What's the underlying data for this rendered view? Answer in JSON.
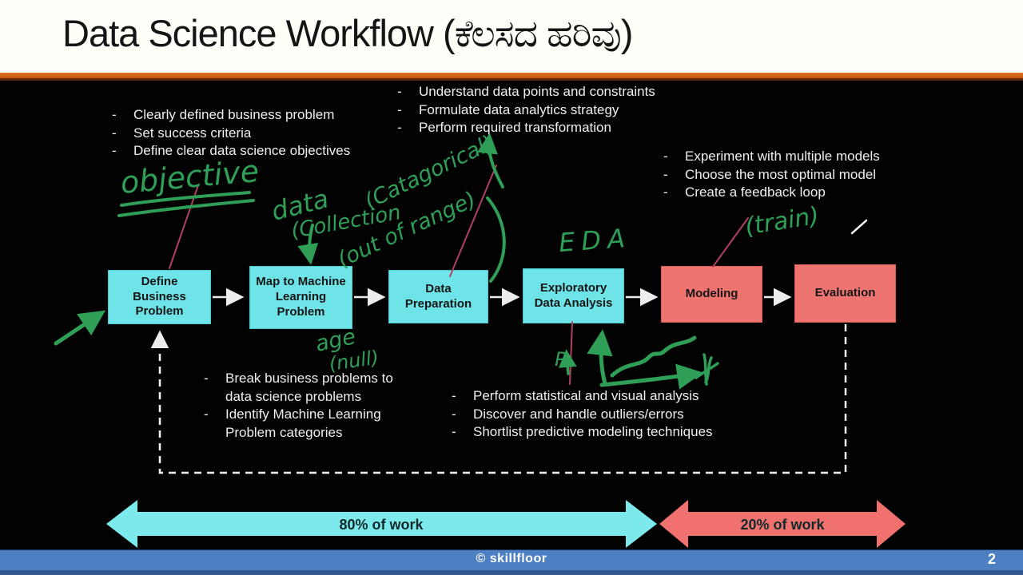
{
  "header": {
    "title": "Data Science Workflow (ಕೆಲಸದ ಹರಿವು)"
  },
  "footer": {
    "brand": "© skillfloor",
    "page_number": "2"
  },
  "flow_steps": [
    {
      "label": "Define Business Problem",
      "color": "cyan"
    },
    {
      "label": "Map to Machine Learning Problem",
      "color": "cyan"
    },
    {
      "label": "Data Preparation",
      "color": "cyan"
    },
    {
      "label": "Exploratory Data Analysis",
      "color": "cyan"
    },
    {
      "label": "Modeling",
      "color": "salmon"
    },
    {
      "label": "Evaluation",
      "color": "salmon"
    }
  ],
  "notes": {
    "business": {
      "items": [
        "Clearly defined business problem",
        "Set success criteria",
        "Define clear data science objectives"
      ]
    },
    "preparation": {
      "items": [
        "Understand data points and constraints",
        "Formulate data analytics strategy",
        "Perform required transformation"
      ]
    },
    "modeling": {
      "items": [
        "Experiment with multiple models",
        "Choose the most optimal model",
        "Create a feedback loop"
      ]
    },
    "mapping": {
      "items": [
        "Break business problems to data science problems",
        "Identify Machine Learning Problem categories"
      ]
    },
    "eda": {
      "items": [
        "Perform statistical and visual analysis",
        "Discover and handle outliers/errors",
        "Shortlist predictive modeling techniques"
      ]
    }
  },
  "effort_arrows": {
    "major_label": "80% of work",
    "minor_label": "20% of work"
  },
  "handwriting": {
    "objective": "objective",
    "data": "data",
    "collection": "(Collection",
    "categorical": "(Catagorical)",
    "out_of_range": "(out of range)",
    "eda": "EDA",
    "train": "(train)",
    "age": "age",
    "null_note": "(null)",
    "p_axis": "P"
  },
  "colors": {
    "accent_orange": "#d2601a",
    "box_cyan": "#6fe4e8",
    "box_salmon": "#ee7470",
    "ink_green": "#2f9e57",
    "connector_pink": "#b04060",
    "effort_cyan": "#7ceaed",
    "effort_salmon": "#f0716e",
    "footer_blue": "#4d80c2"
  }
}
